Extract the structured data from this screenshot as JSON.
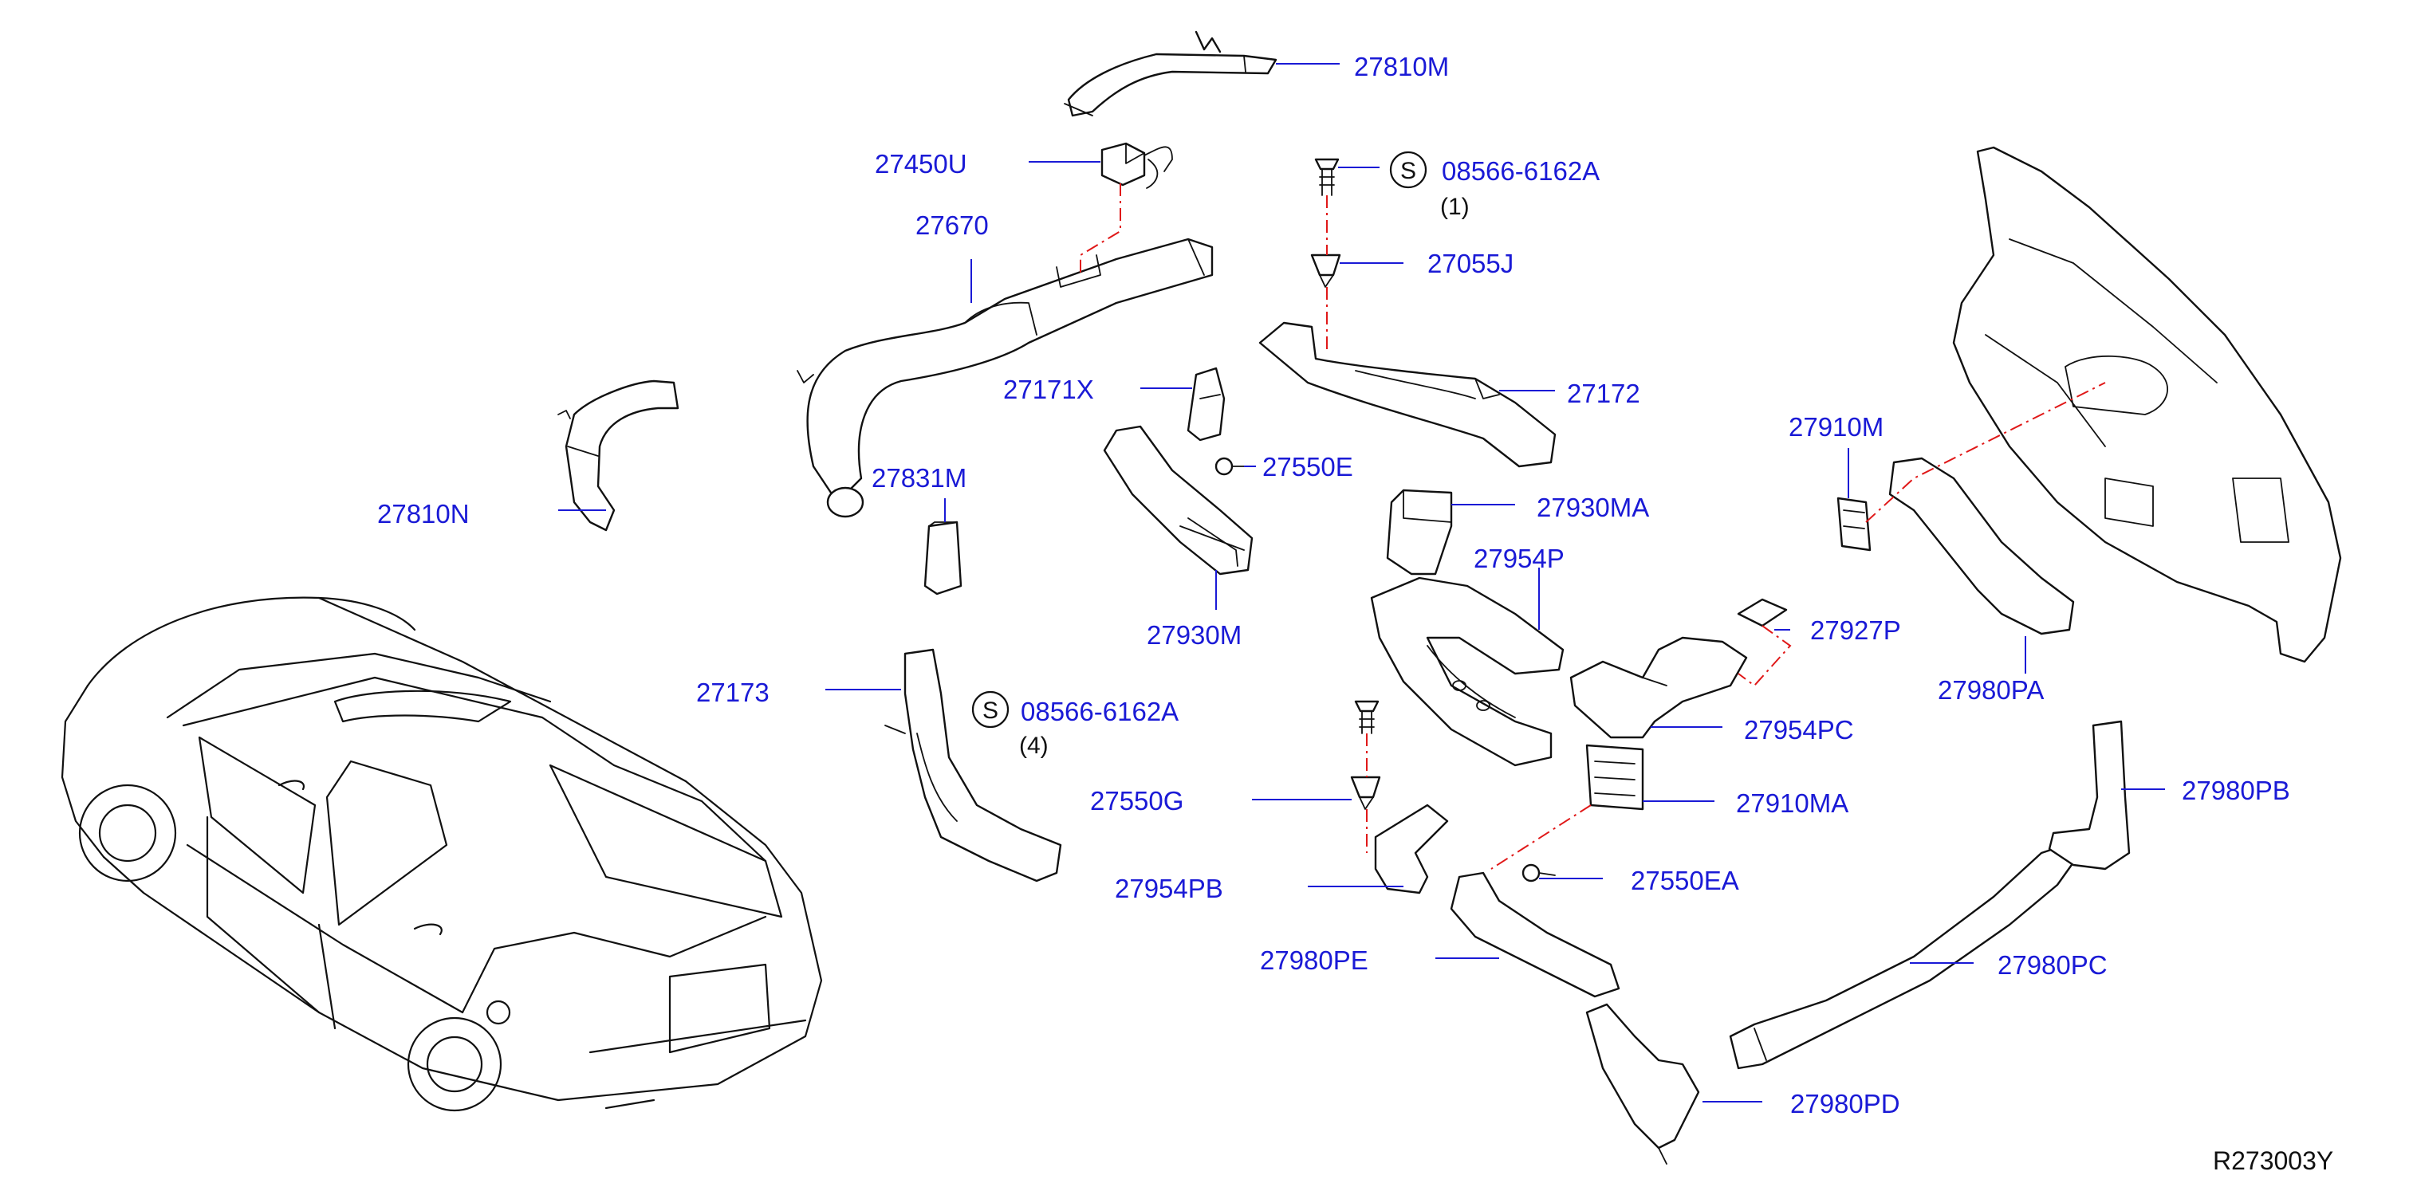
{
  "diagram": {
    "labels": [
      {
        "id": "27810M",
        "text": "27810M"
      },
      {
        "id": "27450U",
        "text": "27450U"
      },
      {
        "id": "27670",
        "text": "27670"
      },
      {
        "id": "27171X",
        "text": "27171X"
      },
      {
        "id": "27831M",
        "text": "27831M"
      },
      {
        "id": "27810N",
        "text": "27810N"
      },
      {
        "id": "27550E",
        "text": "27550E"
      },
      {
        "id": "27930M",
        "text": "27930M"
      },
      {
        "id": "08566-6162A-top",
        "text": "08566-6162A"
      },
      {
        "id": "27055J",
        "text": "27055J"
      },
      {
        "id": "27172",
        "text": "27172"
      },
      {
        "id": "27930MA",
        "text": "27930MA"
      },
      {
        "id": "27954P",
        "text": "27954P"
      },
      {
        "id": "27927P",
        "text": "27927P"
      },
      {
        "id": "27954PC",
        "text": "27954PC"
      },
      {
        "id": "27173",
        "text": "27173"
      },
      {
        "id": "08566-6162A-mid",
        "text": "08566-6162A"
      },
      {
        "id": "27550G",
        "text": "27550G"
      },
      {
        "id": "27954PB",
        "text": "27954PB"
      },
      {
        "id": "27910MA",
        "text": "27910MA"
      },
      {
        "id": "27550EA",
        "text": "27550EA"
      },
      {
        "id": "27980PE",
        "text": "27980PE"
      },
      {
        "id": "27980PD",
        "text": "27980PD"
      },
      {
        "id": "27980PC",
        "text": "27980PC"
      },
      {
        "id": "27980PB",
        "text": "27980PB"
      },
      {
        "id": "27910M",
        "text": "27910M"
      },
      {
        "id": "27980PA",
        "text": "27980PA"
      }
    ],
    "standard_part_symbol": "S",
    "quantities": {
      "top": "(1)",
      "mid": "(4)"
    },
    "reference_code": "R273003Y",
    "colors": {
      "label": "#1a1ad6",
      "linework": "#111111",
      "assembly_line": "#e01818",
      "background": "#ffffff"
    }
  }
}
